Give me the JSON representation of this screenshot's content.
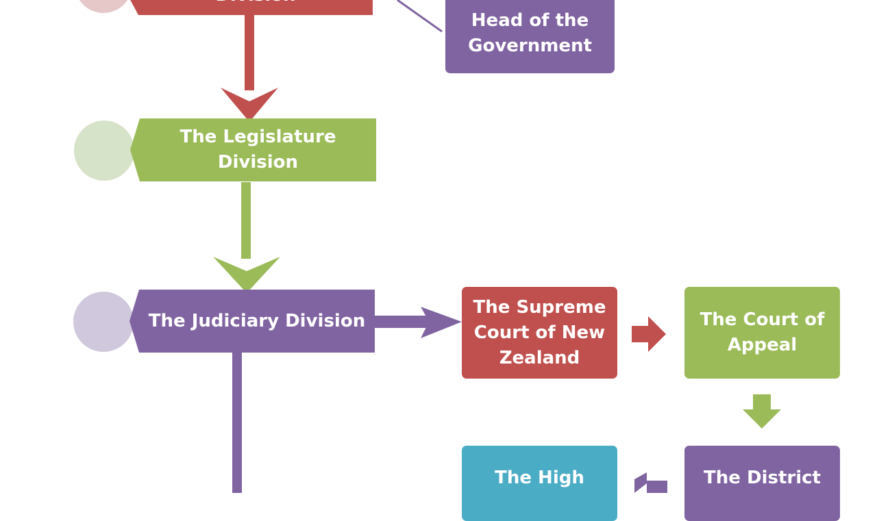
{
  "nodes": {
    "executive": {
      "label": "Division",
      "color": "#c0504d",
      "circle_color": "#e6c8c8"
    },
    "legislature": {
      "label": "The Legislature\nDivision",
      "color": "#9bbb59",
      "circle_color": "#d7e3c8"
    },
    "judiciary": {
      "label": "The Judiciary Division",
      "color": "#8064a2",
      "circle_color": "#d0c8dc"
    },
    "head_of_government": {
      "label": "Head of the\nGovernment",
      "color": "#8064a2"
    },
    "supreme_court": {
      "label": "The Supreme\nCourt of New\nZealand",
      "color": "#c0504d"
    },
    "court_of_appeal": {
      "label": "The Court of\nAppeal",
      "color": "#9bbb59"
    },
    "district_court": {
      "label": "The District",
      "color": "#8064a2"
    },
    "high_court": {
      "label": "The High",
      "color": "#4bacc6"
    }
  }
}
